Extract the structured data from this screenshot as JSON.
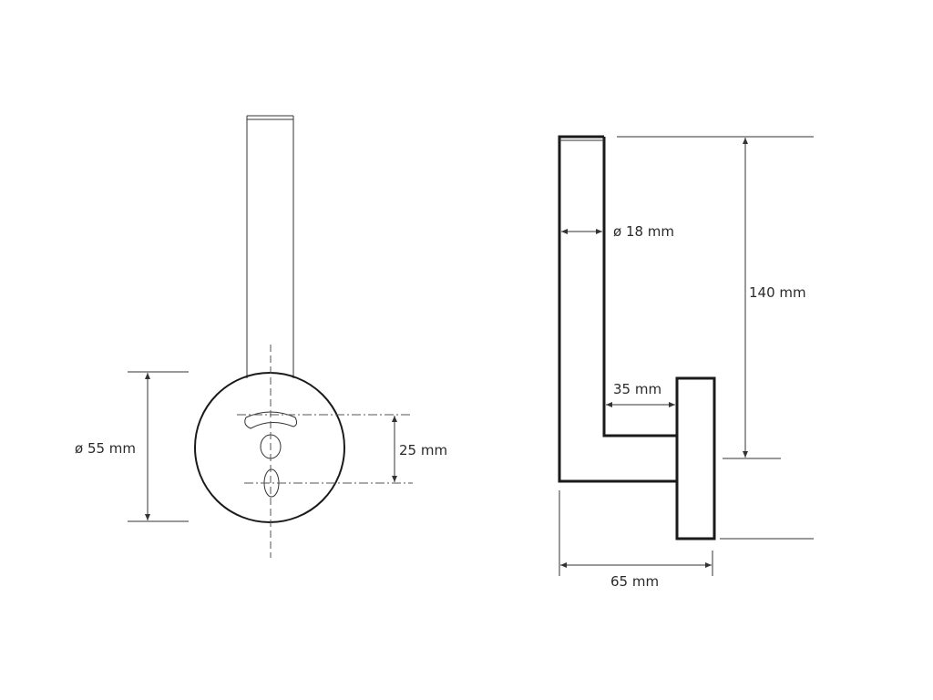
{
  "front_view": {
    "diameter_label": "ø 55 mm",
    "hole_spacing_label": "25 mm"
  },
  "side_view": {
    "rod_diameter_label": "ø 18 mm",
    "height_label": "140 mm",
    "inner_projection_label": "35 mm",
    "depth_label": "65 mm"
  },
  "colors": {
    "line": "#1a1a1a",
    "background": "#ffffff"
  }
}
